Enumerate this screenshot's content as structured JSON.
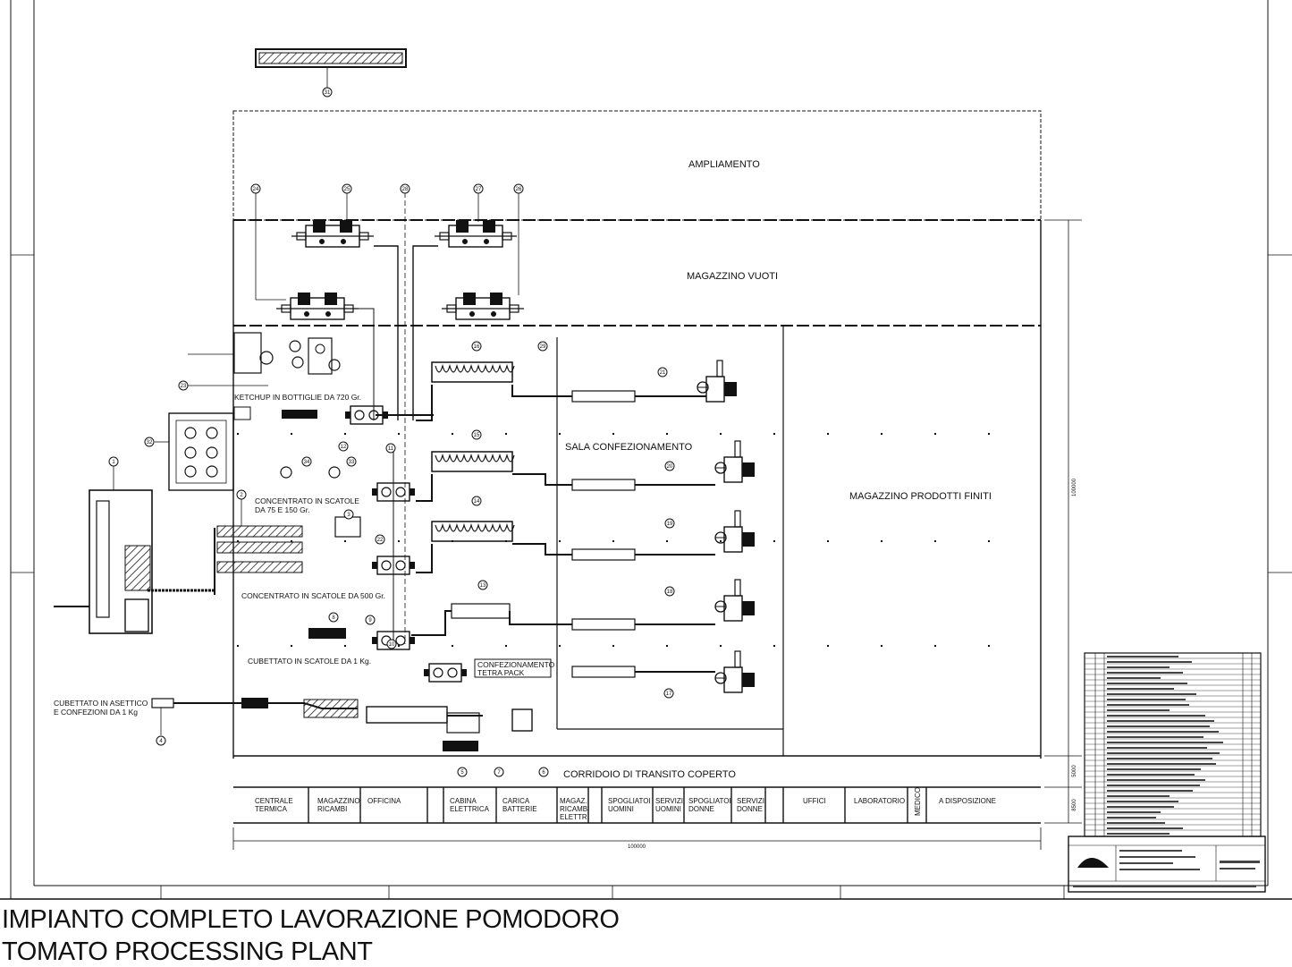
{
  "caption": {
    "line1": "IMPIANTO COMPLETO LAVORAZIONE POMODORO",
    "line2": "TOMATO PROCESSING PLANT"
  },
  "areas": {
    "ampliamento": "AMPLIAMENTO",
    "magazzino_vuoti": "MAGAZZINO VUOTI",
    "sala_confezionamento": "SALA CONFEZIONAMENTO",
    "magazzino_prodotti_finiti": "MAGAZZINO PRODOTTI FINITI",
    "corridoio": "CORRIDOIO DI TRANSITO COPERTO"
  },
  "lines": {
    "ketchup": "KETCHUP IN BOTTIGLIE DA 720 Gr.",
    "concentrato_small_1": "CONCENTRATO IN SCATOLE",
    "concentrato_small_2": "DA 75 E 150 Gr.",
    "concentrato_500": "CONCENTRATO IN SCATOLE DA 500 Gr.",
    "cubettato": "CUBETTATO IN SCATOLE DA 1 Kg.",
    "asettico_1": "CUBETTATO IN ASETTICO",
    "asettico_2": "E CONFEZIONI DA 1 Kg",
    "tetra_1": "CONFEZIONAMENTO",
    "tetra_2": "TETRA PACK"
  },
  "rooms": [
    {
      "l1": "CENTRALE",
      "l2": "TERMICA"
    },
    {
      "l1": "MAGAZZINO",
      "l2": "RICAMBI"
    },
    {
      "l1": "OFFICINA",
      "l2": ""
    },
    {
      "l1": "CABINA",
      "l2": "ELETTRICA"
    },
    {
      "l1": "CARICA",
      "l2": "BATTERIE"
    },
    {
      "l1": "MAGAZ.",
      "l2": "RICAMBI",
      "l3": "ELETTR."
    },
    {
      "l1": "SPOGLIATOI",
      "l2": "UOMINI"
    },
    {
      "l1": "SERVIZI",
      "l2": "UOMINI"
    },
    {
      "l1": "SPOGLIATOI",
      "l2": "DONNE"
    },
    {
      "l1": "SERVIZI",
      "l2": "DONNE"
    },
    {
      "l1": "UFFICI",
      "l2": ""
    },
    {
      "l1": "LABORATORIO",
      "l2": ""
    },
    {
      "l1": "MEDICO",
      "l2": ""
    },
    {
      "l1": "A DISPOSIZIONE",
      "l2": ""
    }
  ],
  "dimensions": {
    "width": "100000",
    "height": "100000",
    "corridor": "5000",
    "rooms": "8500"
  },
  "markers": [
    "1",
    "2",
    "3",
    "4",
    "5",
    "6",
    "7",
    "8",
    "9",
    "10",
    "11",
    "12",
    "13",
    "14",
    "15",
    "16",
    "17",
    "18",
    "19",
    "20",
    "21",
    "22",
    "23",
    "24",
    "25",
    "26",
    "27",
    "28",
    "29",
    "31",
    "32",
    "33",
    "34"
  ],
  "colors": {
    "ink": "#111111",
    "background": "#ffffff"
  }
}
